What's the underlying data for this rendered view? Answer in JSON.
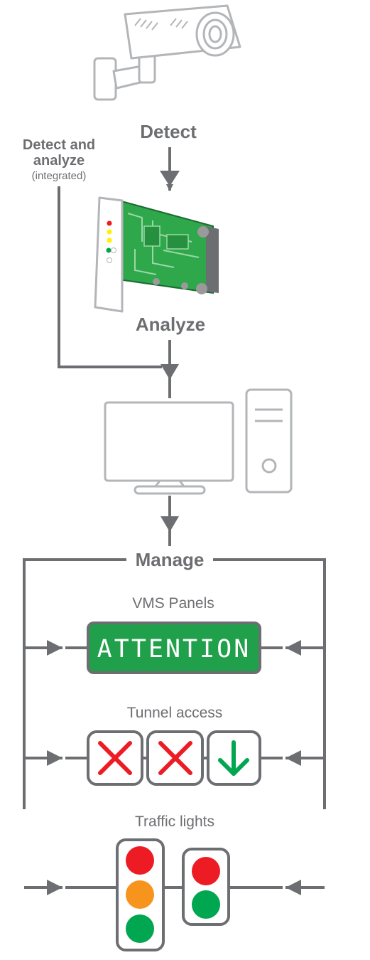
{
  "labels": {
    "detect": "Detect",
    "detect_and_analyze_line1": "Detect and",
    "detect_and_analyze_line2": "analyze",
    "detect_and_analyze_note": "(integrated)",
    "analyze": "Analyze",
    "manage": "Manage",
    "vms_panels": "VMS Panels",
    "vms_message": "ATTENTION",
    "tunnel_access": "Tunnel access",
    "traffic_lights": "Traffic lights"
  },
  "icons": {
    "camera": "security-camera-icon",
    "board": "analytics-board-icon",
    "monitor": "monitor-icon",
    "tower": "pc-tower-icon",
    "lane_closed": "x-icon",
    "lane_open": "arrow-down-icon"
  },
  "colors": {
    "line": "#6d6e71",
    "device_outline": "#b3b5b8",
    "vms_green": "#20a04b",
    "red": "#ed1c24",
    "amber": "#f7941d",
    "green": "#00a650",
    "pcb_green": "#2ea84a"
  }
}
